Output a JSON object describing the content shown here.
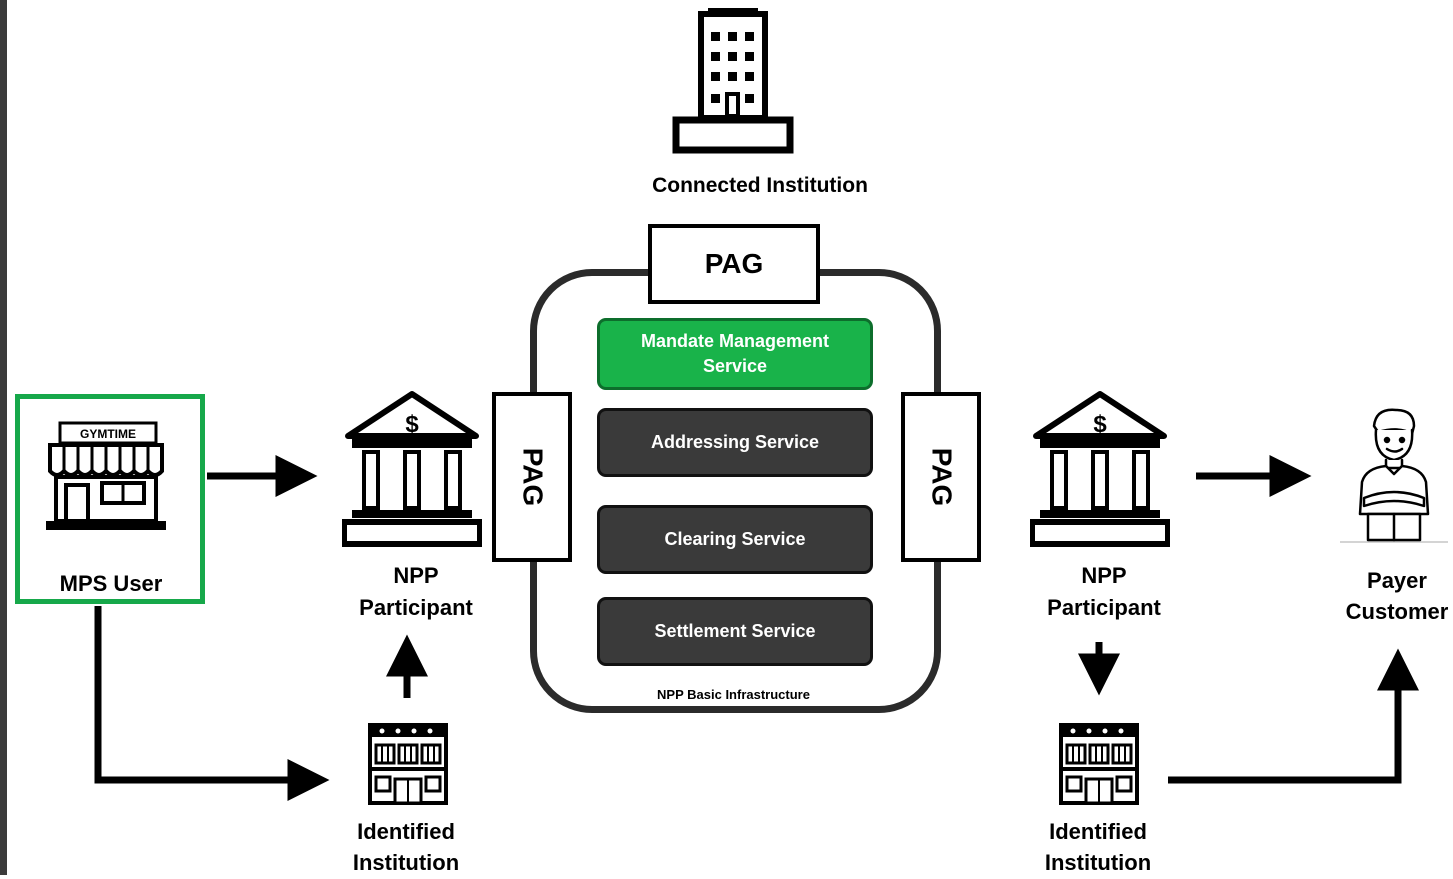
{
  "connected_institution": {
    "label": "Connected Institution"
  },
  "infrastructure": {
    "label": "NPP Basic Infrastructure",
    "pag_top": "PAG",
    "pag_left": "PAG",
    "pag_right": "PAG",
    "services": [
      {
        "label": "Mandate Management Service",
        "highlight": true
      },
      {
        "label": "Addressing Service",
        "highlight": false
      },
      {
        "label": "Clearing Service",
        "highlight": false
      },
      {
        "label": "Settlement Service",
        "highlight": false
      }
    ]
  },
  "mps_user": {
    "label": "MPS User",
    "sign": "GYMTIME"
  },
  "npp_participant_left": {
    "line1": "NPP",
    "line2": "Participant"
  },
  "npp_participant_right": {
    "line1": "NPP",
    "line2": "Participant"
  },
  "identified_institution_left": {
    "line1": "Identified",
    "line2": "Institution"
  },
  "identified_institution_right": {
    "line1": "Identified",
    "line2": "Institution"
  },
  "payer_customer": {
    "line1": "Payer",
    "line2": "Customer"
  },
  "colors": {
    "highlight_green": "#19b34a",
    "service_dark": "#3a3a3a",
    "accent_border_green": "#16a84a"
  },
  "icons": [
    "office-building-icon",
    "store-icon",
    "bank-icon",
    "institution-building-icon",
    "person-icon"
  ]
}
